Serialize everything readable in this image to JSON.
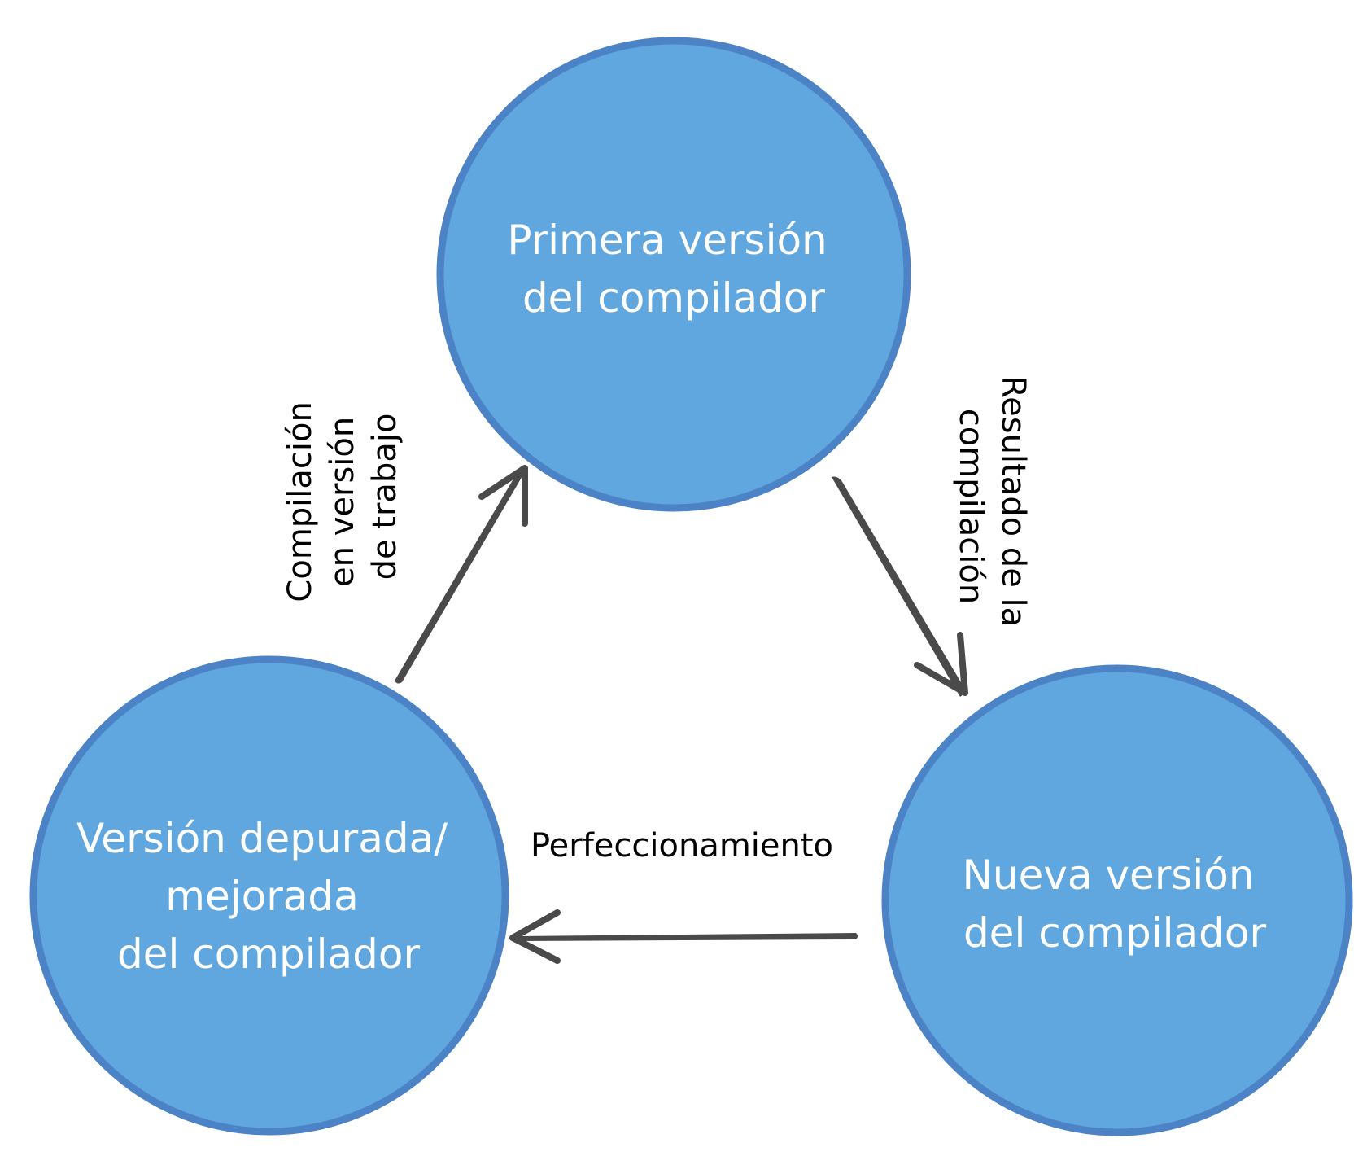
{
  "nodes": {
    "top": {
      "lines": [
        "Primera versión",
        "del compilador"
      ]
    },
    "right": {
      "lines": [
        "Nueva versión",
        "del compilador"
      ]
    },
    "left": {
      "lines": [
        "Versión depurada/",
        "mejorada",
        "del compilador"
      ]
    }
  },
  "edges": {
    "top_to_right": {
      "lines": [
        "Resultado de la",
        "compilación"
      ]
    },
    "right_to_left": {
      "lines": [
        "Perfeccionamiento"
      ]
    },
    "left_to_top": {
      "lines": [
        "Compilación",
        "en versión",
        "de trabajo"
      ]
    }
  },
  "colors": {
    "node_fill": "#5fa7de",
    "node_stroke": "#4c82c6",
    "arrow": "#4a4a4a"
  }
}
